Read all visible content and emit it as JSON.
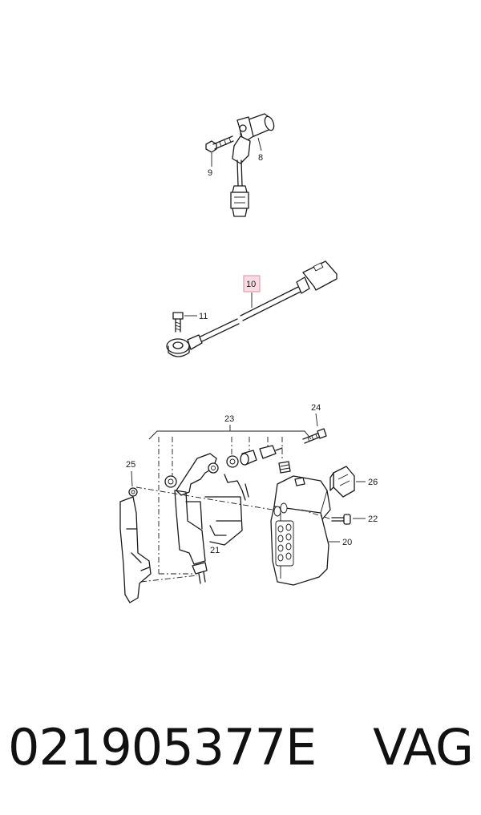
{
  "diagram": {
    "callouts": {
      "c8": "8",
      "c9": "9",
      "c10": "10",
      "c11": "11",
      "c20": "20",
      "c21": "21",
      "c22": "22",
      "c23": "23",
      "c24": "24",
      "c25": "25",
      "c26": "26"
    },
    "highlighted_callout": "10",
    "highlight_color": "#e8b4bf"
  },
  "caption": {
    "part_number": "021905377E",
    "brand": "VAG"
  }
}
